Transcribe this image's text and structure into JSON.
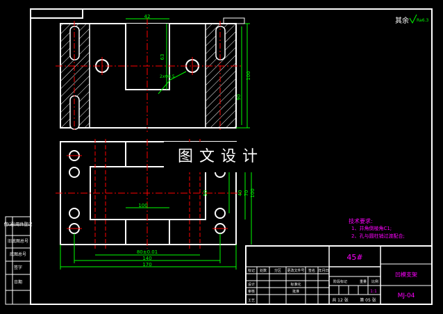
{
  "title_block": {
    "material": "45#",
    "part_name": "凹模支架",
    "drawing_no": "MJ-04",
    "scale": "1:1",
    "sheet_left": "共 12 张",
    "sheet_right": "第 05 张",
    "row_labels": [
      "标记",
      "处数",
      "分区",
      "更改文件号",
      "签名",
      "年月日"
    ],
    "left_labels": [
      "设计",
      "审核",
      "工艺"
    ],
    "mid_labels": [
      "标准化",
      "批准"
    ],
    "stage_label": "阶段标记",
    "weight_label": "重量",
    "scale_label": "比例"
  },
  "side_table": [
    "借(通)用件登记",
    "旧底图总号",
    "底图总号",
    "签字",
    "日期"
  ],
  "roughness_note": "其余",
  "roughness_value": "Ra6.3",
  "tech_notes": {
    "heading": "技术要求:",
    "line1": "1、并角倒棱角C1;",
    "line2": "2、孔与圆柱销过渡配合;"
  },
  "dimensions": {
    "top_width": "42",
    "slot_depth": "63",
    "top_height": "100",
    "top_inner": "90",
    "hole_callout": "2xΦ8.5",
    "bottom_width_tol": "80±0.01",
    "bottom_width_mid": "140",
    "bottom_width_total": "170",
    "bottom_h1": "40",
    "bottom_h2": "70",
    "bottom_h3": "100",
    "bottom_side": "50",
    "slot_width": "100"
  },
  "watermark": "图文设计",
  "colors": {
    "outline": "#ffffff",
    "dimension": "#00ff00",
    "center": "#ff0000",
    "note": "#ff00ff",
    "title_text": "#ff00ff",
    "header": "#00ffff"
  }
}
